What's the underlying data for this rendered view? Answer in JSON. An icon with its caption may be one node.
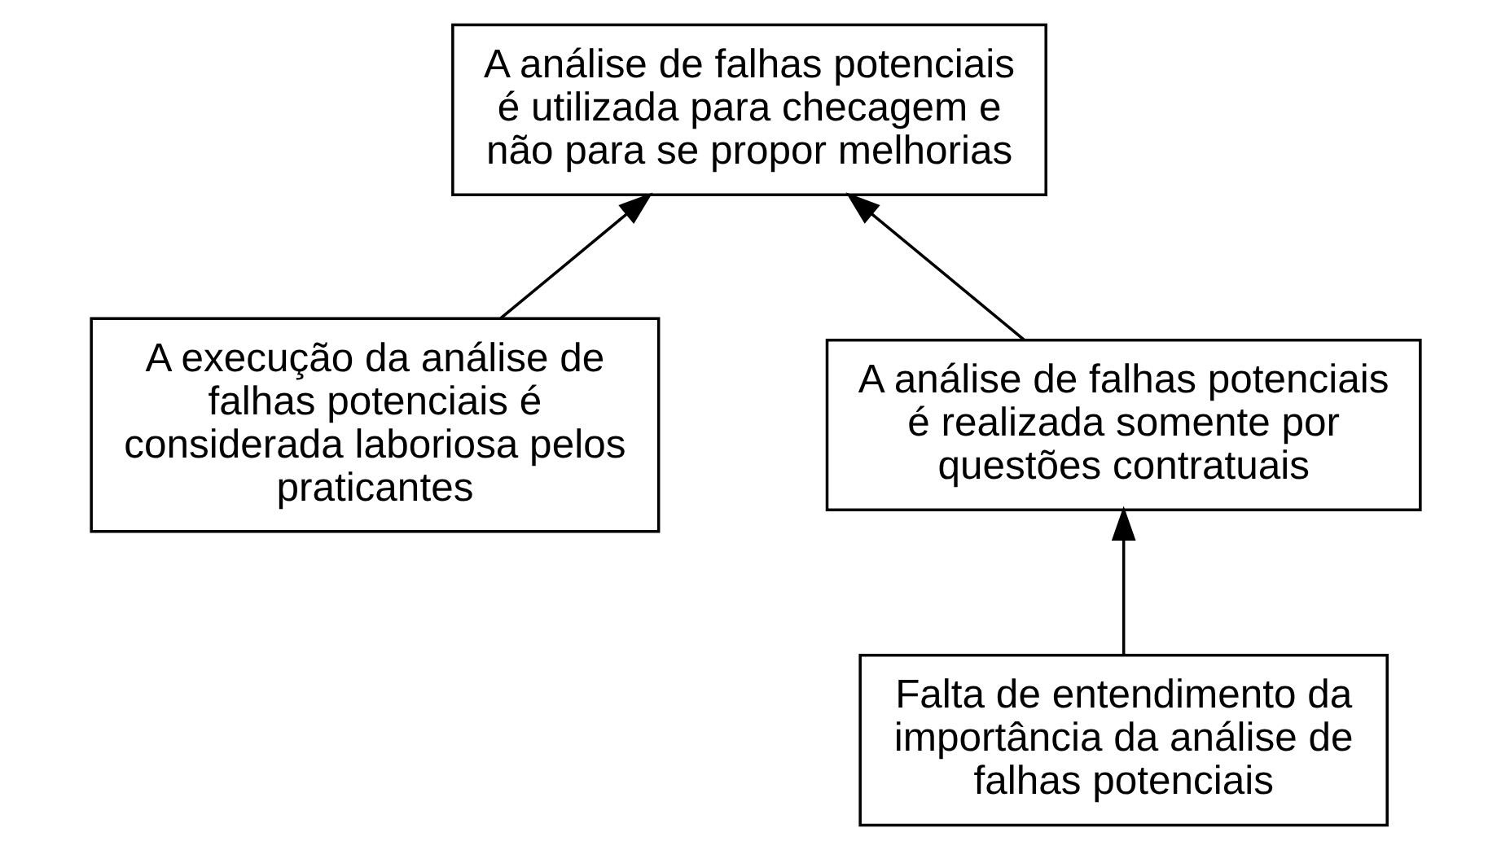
{
  "diagram": {
    "nodes": [
      {
        "text": [
          "A análise de falhas potenciais é utilizada para checagem e não para se propor melhorias"
        ]
      },
      {
        "text": [
          "A execução da análise de falhas potenciais é considerada laboriosa pelos praticantes"
        ]
      },
      {
        "text": [
          "A análise de falhas potenciais é realizada somente por questões contratuais"
        ]
      },
      {
        "text": [
          "Falta de entendimento da importância da análise de falhas potenciais"
        ]
      }
    ],
    "edges": [
      {
        "from": 1,
        "to": 0,
        "arrow": "to"
      },
      {
        "from": 2,
        "to": 0,
        "arrow": "to"
      },
      {
        "from": 3,
        "to": 2,
        "arrow": "to"
      }
    ]
  }
}
